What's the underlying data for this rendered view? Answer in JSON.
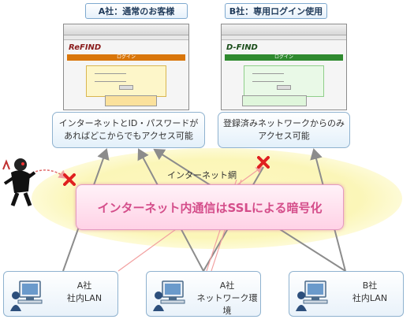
{
  "panels": {
    "a_title": "A社：通常のお客様",
    "b_title": "B社：専用ログイン使用",
    "a_logo": "ReFIND",
    "b_logo": "D-FIND",
    "login_bar": "ログイン"
  },
  "callouts": {
    "a": "インターネットとID・パスワードがあればどこからでもアクセス可能",
    "b": "登録済みネットワークからのみアクセス可能"
  },
  "network": {
    "label": "インターネット網",
    "ssl": "インターネット内通信はSSLによる暗号化"
  },
  "sites": [
    {
      "label_line1": "A社",
      "label_line2": "社内LAN"
    },
    {
      "label_line1": "A社",
      "label_line2": "ネットワーク環境"
    },
    {
      "label_line1": "B社",
      "label_line2": "社内LAN"
    }
  ],
  "icons": {
    "computer": "computer-user-icon",
    "blocked": "red-x-icon",
    "attacker": "hacker-icon"
  },
  "colors": {
    "ssl_text": "#d44d8a",
    "line_gray": "#8c8c8c",
    "attack_red": "#e06a6a"
  }
}
